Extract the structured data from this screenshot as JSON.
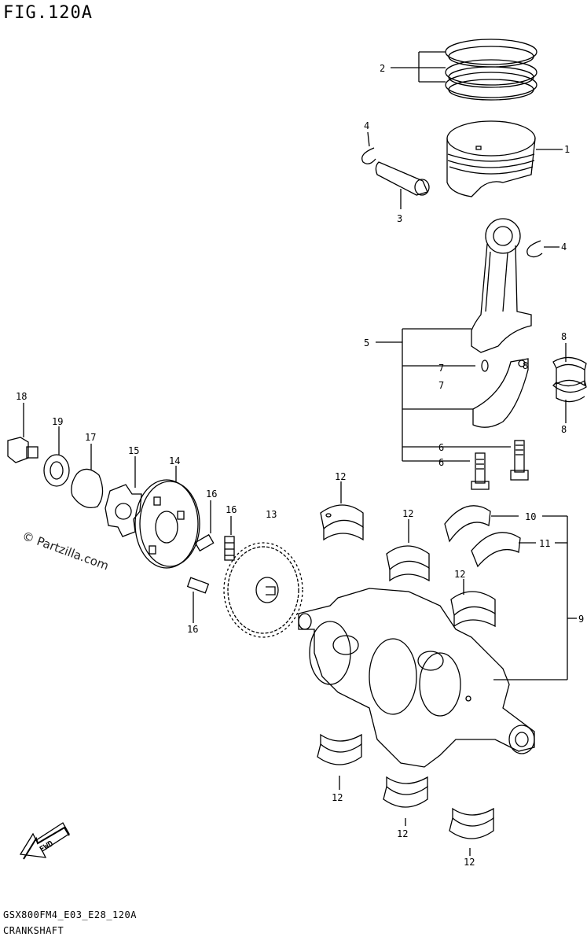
{
  "figure": {
    "title": "FIG.120A",
    "code": "GSX800FM4_E03_E28_120A",
    "name": "CRANKSHAFT",
    "watermark": "© Partzilla.com",
    "fwd_label": "FWD"
  },
  "callouts": {
    "c1": "1",
    "c2": "2",
    "c3": "3",
    "c4a": "4",
    "c4b": "4",
    "c5": "5",
    "c6a": "6",
    "c6b": "6",
    "c7a": "7",
    "c7b": "7",
    "c8a": "8",
    "c8b": "8",
    "c8c": "8",
    "c9": "9",
    "c10": "10",
    "c11": "11",
    "c12a": "12",
    "c12b": "12",
    "c12c": "12",
    "c12d": "12",
    "c12e": "12",
    "c12f": "12",
    "c13": "13",
    "c14": "14",
    "c15": "15",
    "c16a": "16",
    "c16b": "16",
    "c16c": "16",
    "c17": "17",
    "c18": "18",
    "c19": "19"
  }
}
